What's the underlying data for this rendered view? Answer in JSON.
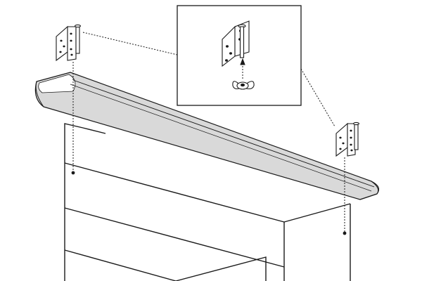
{
  "diagram": {
    "kind": "assembly-illustration",
    "parts": [
      {
        "name": "bracket-left"
      },
      {
        "name": "bracket-right"
      },
      {
        "name": "valance-bar"
      },
      {
        "name": "cabinet"
      },
      {
        "name": "detail-inset-bolt-and-wing-nut"
      }
    ],
    "colors": {
      "line": "#1a1a1a",
      "bar_fill": "#d9d9d9",
      "background": "#ffffff"
    }
  }
}
